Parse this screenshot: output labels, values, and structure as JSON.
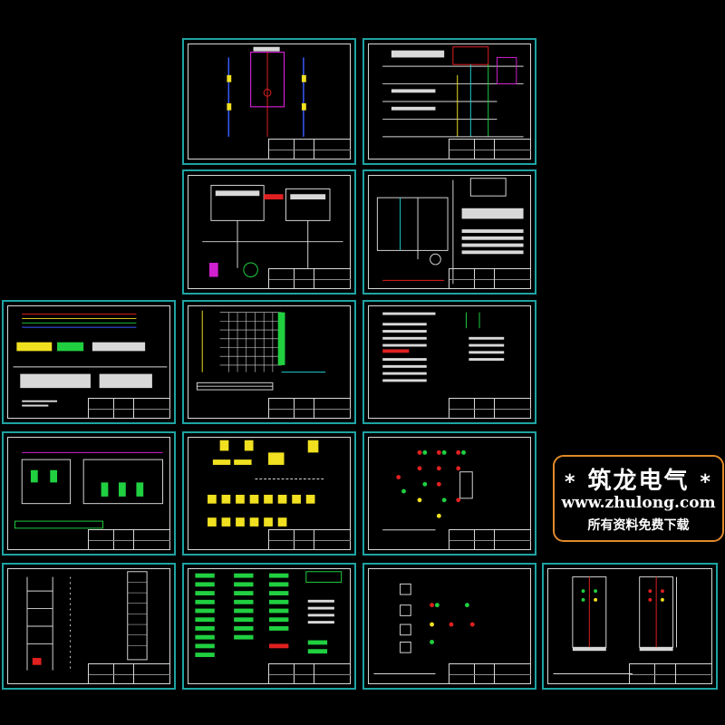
{
  "banner": {
    "star_left": "*",
    "title": "筑龙电气",
    "star_right": "*",
    "url": "www.zhulong.com",
    "subtitle": "所有资料免费下载"
  },
  "colors": {
    "sheet_border": "#1fa3a3",
    "drawing_line": "#d8d8d8",
    "blue": "#3a5cff",
    "magenta": "#d020d0",
    "yellow": "#f0e020",
    "green": "#20d040",
    "red": "#e02020",
    "cyan": "#20d0d0",
    "banner_border": "#e08a2a"
  },
  "sheets": [
    {
      "id": "sheet-1",
      "row": 1,
      "col": 2,
      "kind": "single-line-rack"
    },
    {
      "id": "sheet-2",
      "row": 1,
      "col": 3,
      "kind": "control-circuit"
    },
    {
      "id": "sheet-3",
      "row": 2,
      "col": 2,
      "kind": "terminal-wiring"
    },
    {
      "id": "sheet-4",
      "row": 2,
      "col": 3,
      "kind": "schematic-with-tables"
    },
    {
      "id": "sheet-5",
      "row": 3,
      "col": 1,
      "kind": "bus-wiring"
    },
    {
      "id": "sheet-6",
      "row": 3,
      "col": 2,
      "kind": "grid-matrix"
    },
    {
      "id": "sheet-7",
      "row": 3,
      "col": 3,
      "kind": "parts-list"
    },
    {
      "id": "sheet-8",
      "row": 4,
      "col": 1,
      "kind": "motor-circuit"
    },
    {
      "id": "sheet-9",
      "row": 4,
      "col": 2,
      "kind": "terminal-blocks"
    },
    {
      "id": "sheet-10",
      "row": 4,
      "col": 3,
      "kind": "panel-indicators"
    },
    {
      "id": "sheet-11",
      "row": 5,
      "col": 1,
      "kind": "relay-ladder"
    },
    {
      "id": "sheet-12",
      "row": 5,
      "col": 2,
      "kind": "terminal-table"
    },
    {
      "id": "sheet-13",
      "row": 5,
      "col": 3,
      "kind": "indicator-layout"
    },
    {
      "id": "sheet-14",
      "row": 5,
      "col": 4,
      "kind": "cabinet-elevation"
    }
  ]
}
